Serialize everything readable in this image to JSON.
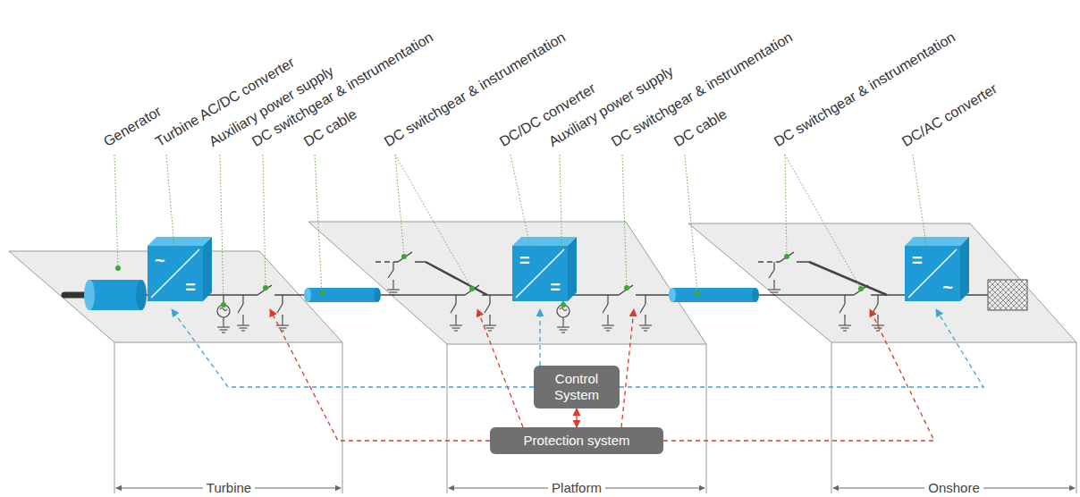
{
  "diagram": {
    "nodes": [
      {
        "text": [
          "~",
          "="
        ]
      },
      {
        "text": [
          "=",
          "="
        ]
      },
      {
        "text": [
          "=",
          "~"
        ]
      },
      {
        "text": [
          "Control System"
        ]
      },
      {
        "text": [
          "Protection system"
        ]
      }
    ],
    "edges": [
      {
        "from": 3,
        "to": 0,
        "arrow": "to"
      },
      {
        "from": 3,
        "to": 1,
        "arrow": "to"
      },
      {
        "from": 3,
        "to": 2,
        "arrow": "to"
      },
      {
        "from": 3,
        "to": 4,
        "arrow": "both"
      }
    ],
    "labels": [
      "Generator",
      "Turbine AC/DC converter",
      "Auxiliary power supply",
      "DC switchgear & instrumentation",
      "DC cable",
      "DC switchgear & instrumentation",
      "DC/DC converter",
      "Auxiliary power supply",
      "DC switchgear & instrumentation",
      "DC cable",
      "DC switchgear & instrumentation",
      "DC/AC converter",
      "Turbine",
      "Platform",
      "Onshore"
    ]
  }
}
